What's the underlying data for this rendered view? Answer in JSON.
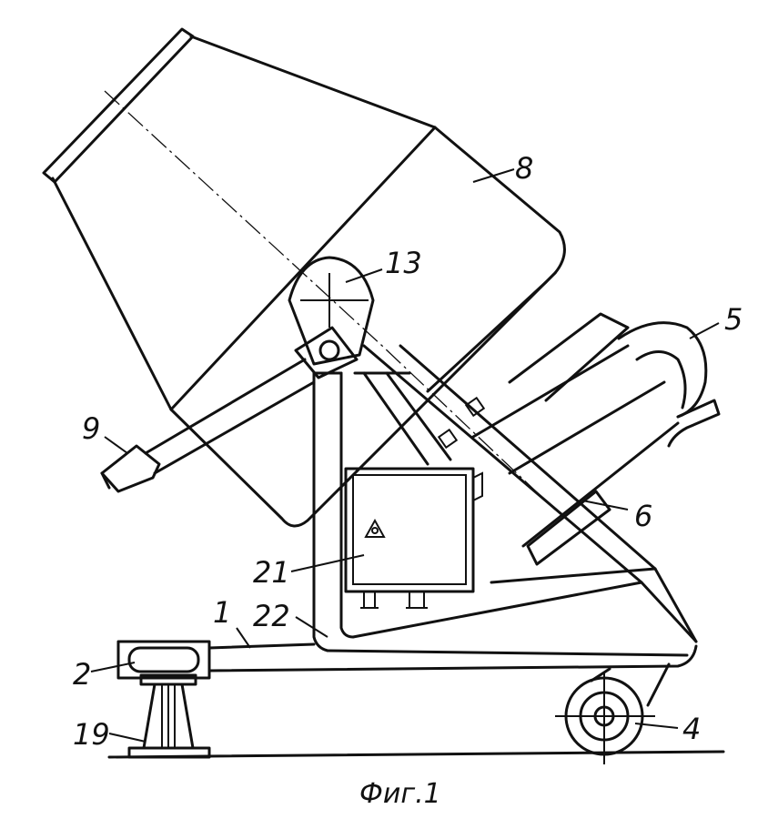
{
  "figure": {
    "caption": "Фиг.1",
    "labels": {
      "drum": "8",
      "pivot": "13",
      "motor": "5",
      "chute": "9",
      "gearbox": "6",
      "control_box": "21",
      "post": "22",
      "tow_bar": "1",
      "hitch": "2",
      "support_stand": "19",
      "wheel": "4"
    }
  }
}
